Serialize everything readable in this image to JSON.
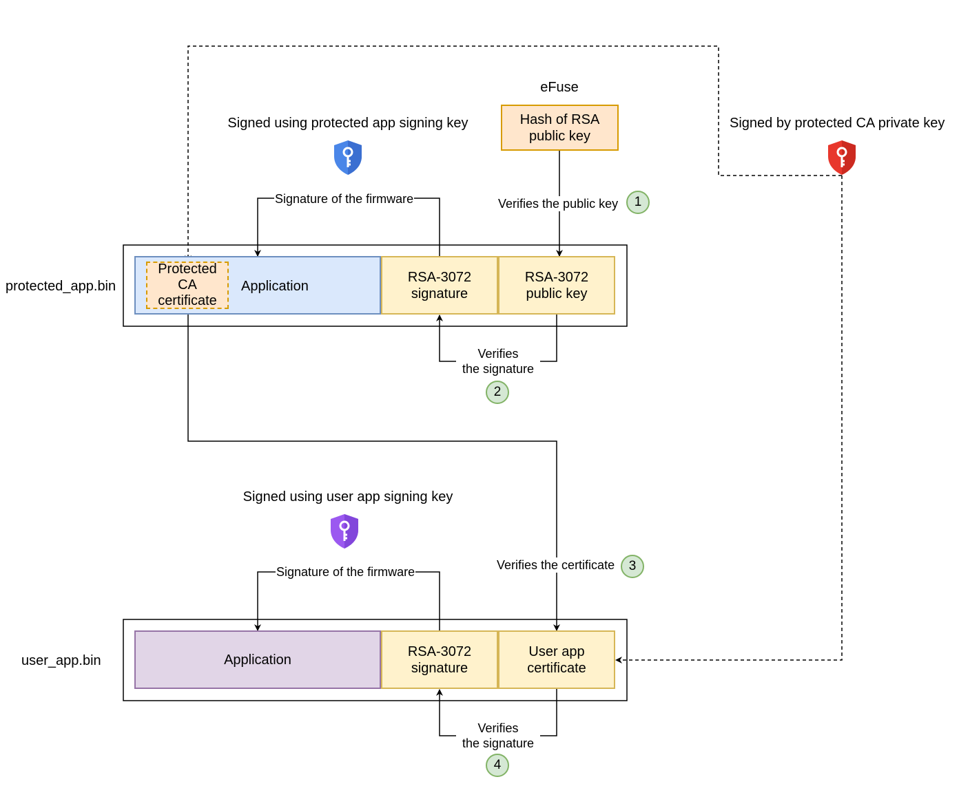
{
  "efuse": {
    "title": "eFuse",
    "hash_box": "Hash of RSA\npublic key"
  },
  "keys": {
    "protected_signing": "Signed using protected app signing key",
    "user_signing": "Signed using user app signing key",
    "ca_private": "Signed by protected CA private key"
  },
  "protected_bin": {
    "label": "protected_app.bin",
    "ca_cert": "Protected\nCA\ncertificate",
    "application": "Application",
    "signature": "RSA-3072\nsignature",
    "public_key": "RSA-3072\npublic key"
  },
  "user_bin": {
    "label": "user_app.bin",
    "application": "Application",
    "signature": "RSA-3072\nsignature",
    "certificate": "User app\ncertificate"
  },
  "edges": {
    "sig_firmware_top": "Signature of the firmware",
    "verifies_public_key": "Verifies the public key",
    "verifies_signature_top": "Verifies\nthe signature",
    "sig_firmware_bottom": "Signature of the firmware",
    "verifies_certificate": "Verifies the certificate",
    "verifies_signature_bottom": "Verifies\nthe signature"
  },
  "steps": {
    "s1": "1",
    "s2": "2",
    "s3": "3",
    "s4": "4"
  },
  "colors": {
    "blue_fill": "#dae8fc",
    "blue_stroke": "#6c8ebf",
    "yellow_fill": "#fff2cc",
    "yellow_stroke": "#d6b656",
    "orange_fill": "#ffe6cc",
    "orange_stroke": "#d79b00",
    "purple_fill": "#e1d5e7",
    "purple_stroke": "#9673a6",
    "green_fill": "#d5e8d4",
    "green_stroke": "#82b366",
    "shield_blue": "#4a86e8",
    "shield_purple": "#9b59f0",
    "shield_red": "#e8372c"
  },
  "icons": [
    "key-shield-blue-icon",
    "key-shield-purple-icon",
    "key-shield-red-icon"
  ]
}
